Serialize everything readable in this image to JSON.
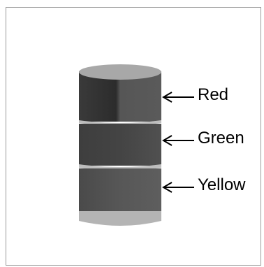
{
  "figure": {
    "labels": {
      "top": "Red",
      "middle": "Green",
      "bottom": "Yellow"
    },
    "colors": {
      "band_dark": "#343434",
      "band_light": "#5e5e5e",
      "cap": "#a8a8a8",
      "ring": "#bdbdbd",
      "base": "#b4b4b4"
    }
  }
}
